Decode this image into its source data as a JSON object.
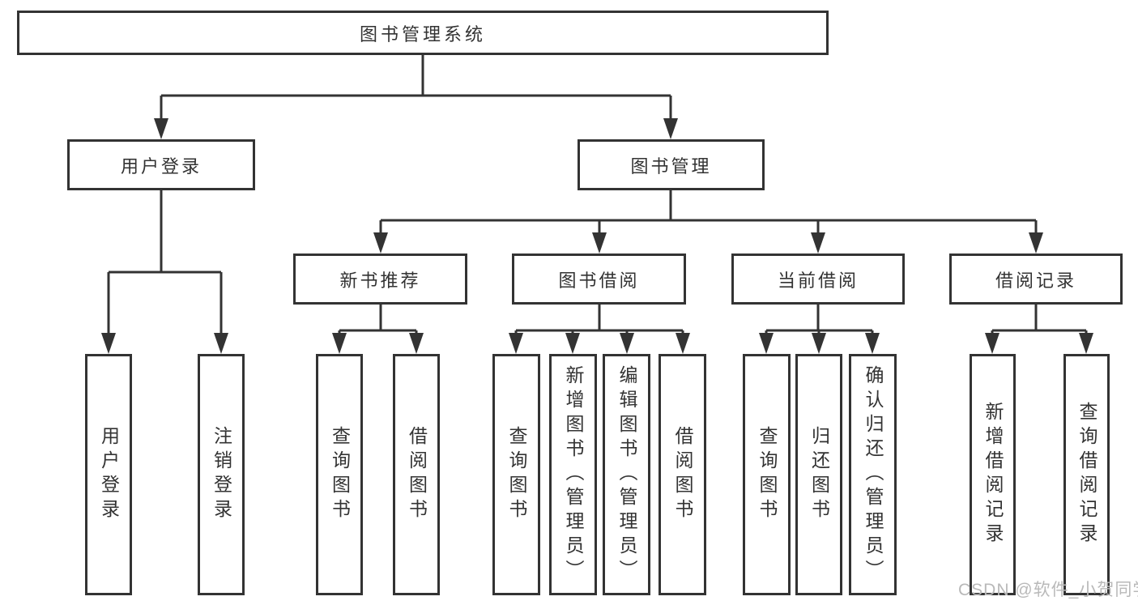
{
  "theme": {
    "line_color": "#333333",
    "text_color": "#333333",
    "box_background": "#ffffff",
    "page_background": "#ffffff",
    "watermark_color": "#b9b9b9"
  },
  "watermark": {
    "text": "CSDN @软件_小贺同学"
  },
  "tree": {
    "label": "图书管理系统",
    "children": [
      {
        "label": "用户登录",
        "children": [
          {
            "label": "用户登录"
          },
          {
            "label": "注销登录"
          }
        ]
      },
      {
        "label": "图书管理",
        "children": [
          {
            "label": "新书推荐",
            "children": [
              {
                "label": "查询图书"
              },
              {
                "label": "借阅图书"
              }
            ]
          },
          {
            "label": "图书借阅",
            "children": [
              {
                "label": "查询图书"
              },
              {
                "label": "新增图书（管理员）"
              },
              {
                "label": "编辑图书（管理员）"
              },
              {
                "label": "借阅图书"
              }
            ]
          },
          {
            "label": "当前借阅",
            "children": [
              {
                "label": "查询图书"
              },
              {
                "label": "归还图书"
              },
              {
                "label": "确认归还（管理员）"
              }
            ]
          },
          {
            "label": "借阅记录",
            "children": [
              {
                "label": "新增借阅记录"
              },
              {
                "label": "查询借阅记录"
              }
            ]
          }
        ]
      }
    ]
  }
}
